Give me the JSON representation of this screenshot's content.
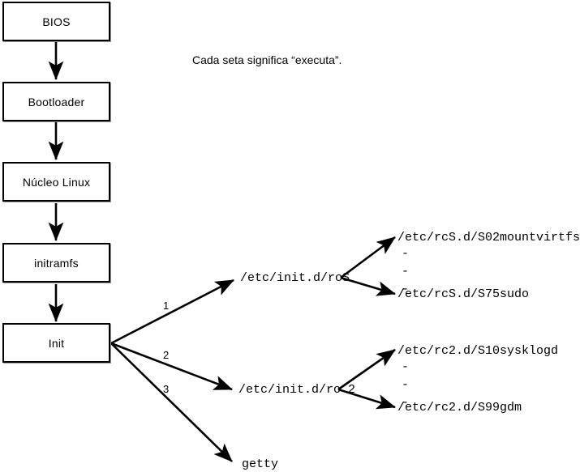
{
  "diagram": {
    "caption": "Cada seta significa “executa”.",
    "boot_chain": [
      {
        "label": "BIOS"
      },
      {
        "label": "Bootloader"
      },
      {
        "label": "Núcleo Linux"
      },
      {
        "label": "initramfs"
      },
      {
        "label": "Init"
      }
    ],
    "init_branches": [
      {
        "number": "1",
        "target": "/etc/init.d/rcS"
      },
      {
        "number": "2",
        "target": "/etc/init.d/rc 2"
      },
      {
        "number": "3",
        "target": "getty"
      }
    ],
    "rcs_scripts": {
      "first": "/etc/rcS.d/S02mountvirtfs",
      "ellipsis": "-\n-\n-",
      "last": "/etc/rcS.d/S75sudo"
    },
    "rc2_scripts": {
      "first": "/etc/rc2.d/S10sysklogd",
      "ellipsis": "-\n-\n-",
      "last": "/etc/rc2.d/S99gdm"
    },
    "colors": {
      "stroke": "#000000",
      "box_fill": "#ffffff",
      "shadow": "#9a9a9a",
      "background": "#ffffff"
    }
  }
}
